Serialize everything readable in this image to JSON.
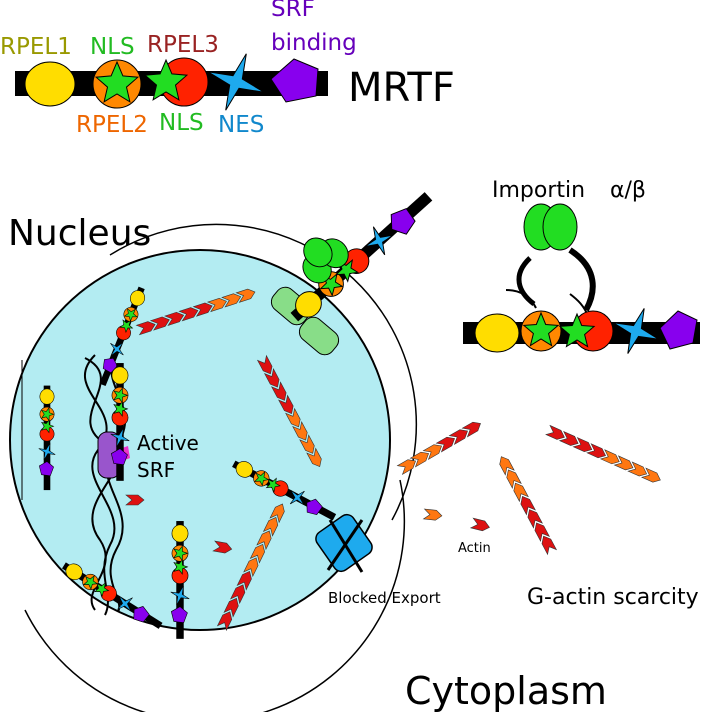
{
  "legend": {
    "rpel1": "RPEL1",
    "rpel2": "RPEL2",
    "rpel3": "RPEL3",
    "nls_top": "NLS",
    "nls_bottom": "NLS",
    "nes": "NES",
    "srf_line1": "SRF",
    "srf_line2": "binding",
    "mrtf": "MRTF"
  },
  "labels": {
    "nucleus": "Nucleus",
    "importin_name": "Importin",
    "importin_subunits": "α/β",
    "active_line1": "Active",
    "active_line2": "SRF",
    "blocked_export": "Blocked Export",
    "actin": "Actin",
    "g_actin": "G-actin scarcity",
    "cytoplasm": "Cytoplasm"
  },
  "colors": {
    "rpel1": "#ffdd00",
    "rpel2": "#ff8800",
    "rpel3": "#ff2200",
    "nls": "#22dd22",
    "nes": "#1eaaee",
    "srf": "#8800ee",
    "nucleus_fill": "#b3ecf2",
    "importin": "#22dd22",
    "actin_red": "#dd1111",
    "actin_orange": "#ff7711",
    "srf_active": "#9955cc",
    "dna_pink": "#ee33cc",
    "pore": "#88dd88"
  }
}
